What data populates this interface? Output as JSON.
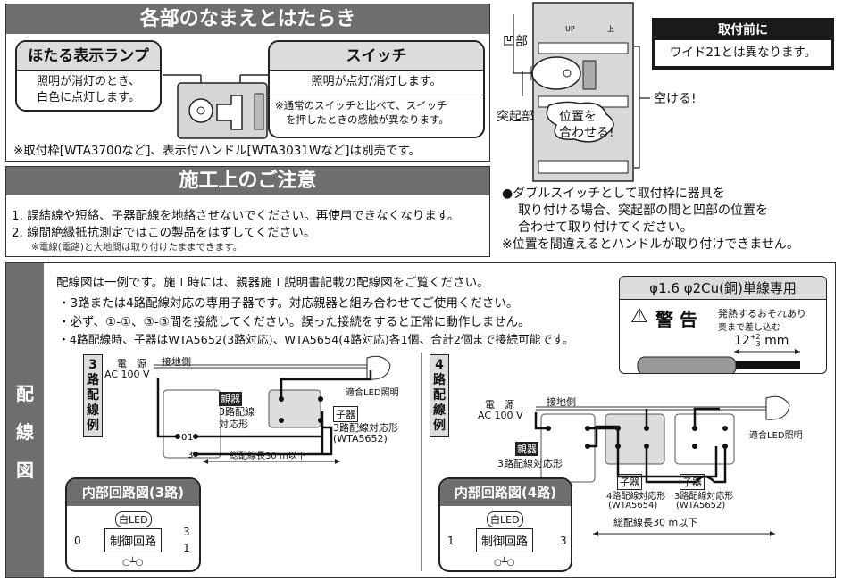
{
  "names_section": {
    "title": "各部のなまえとはたらき",
    "lamp": {
      "title": "ほたる表示ランプ",
      "line1": "照明が消灯のとき、",
      "line2": "白色に点灯します。"
    },
    "switch": {
      "title": "スイッチ",
      "desc": "照明が点灯/消灯します。",
      "note1": "※通常のスイッチと比べて、スイッチ",
      "note2": "を押したときの感触が異なります。"
    },
    "footnote": "※取付枠[WTA3700など]、表示付ハンドル[WTA3031Wなど]は別売です。"
  },
  "caution_section": {
    "title": "施工上のご注意",
    "items": [
      "1. 誤結線や短絡、子器配線を地絡させないでください。再使用できなくなります。",
      "2. 線間絶縁抵抗測定ではこの製品をはずしてください。"
    ],
    "subnote": "※電線(電路)と大地間は取り付けたままできます。"
  },
  "mounting": {
    "labels": {
      "recess": "凹部",
      "protrusion": "突起部",
      "open": "空ける!",
      "bubble1": "位置を",
      "bubble2": "合わせる!",
      "up1": "UP",
      "up2": "上"
    },
    "before_box": {
      "title": "取付前に",
      "text": "ワイド21とは異なります。"
    },
    "bullet": [
      "●ダブルスイッチとして取付枠に器具を",
      "取り付ける場合、突起部の間と凹部の位置を",
      "合わせて取り付けてください。"
    ],
    "note": "※位置を間違えるとハンドルが取り付けできません。"
  },
  "wiring": {
    "side_label": [
      "配",
      "線",
      "図"
    ],
    "intro": "配線図は一例です。施工時には、親器施工説明書記載の配線図をご覧ください。",
    "points": [
      "・3路または4路配線対応の専用子器です。対応親器と組み合わせてご使用ください。",
      "・必ず、①-①、③-③間を接続してください。誤った接続をすると正常に動作しません。",
      "・4路配線時、子器はWTA5652(3路対応)、WTA5654(4路対応)各1個、合計2個まで接続可能です。"
    ],
    "wire_box": {
      "title": "φ1.6 φ2Cu(銅)単線専用",
      "warning": "警 告",
      "warn1": "発熱するおそれあり",
      "warn2": "奥まで差し込む",
      "length": "12",
      "tol_plus": "+2",
      "tol_minus": "−3",
      "unit": "mm"
    },
    "three_way": {
      "label": [
        "3",
        "路",
        "配",
        "線",
        "例"
      ],
      "power1": "電　源",
      "power2": "AC 100 V",
      "ground": "接地側",
      "lamp": "適合LED照明",
      "parent_tag": "親器",
      "parent1": "3路配線",
      "parent2": "対応形",
      "child_tag": "子器",
      "child1": "3路配線対応形",
      "child2": "(WTA5652)",
      "length": "総配線長30 m以下",
      "terms": [
        "0",
        "1",
        "3"
      ]
    },
    "four_way": {
      "label": [
        "4",
        "路",
        "配",
        "線",
        "例"
      ],
      "power1": "電　源",
      "power2": "AC 100 V",
      "ground": "接地側",
      "lamp": "適合LED照明",
      "parent_tag": "親器",
      "parent1": "3路配線対応形",
      "child_a_tag": "子器",
      "child_a1": "4路配線対応形",
      "child_a2": "(WTA5654)",
      "child_b_tag": "子器",
      "child_b1": "3路配線対応形",
      "child_b2": "(WTA5652)",
      "length": "総配線長30 m以下"
    },
    "circuit3": {
      "title": "内部回路図(3路)",
      "led": "白LED",
      "ctrl": "制御回路",
      "t_left": "0",
      "t_r1": "3",
      "t_r2": "1"
    },
    "circuit4": {
      "title": "内部回路図(4路)",
      "led": "白LED",
      "ctrl": "制御回路",
      "t_left": "1",
      "t_right": "3"
    }
  },
  "colors": {
    "band": "#6e6e6e",
    "light": "#dcdcdc",
    "black": "#1a1a1a"
  }
}
